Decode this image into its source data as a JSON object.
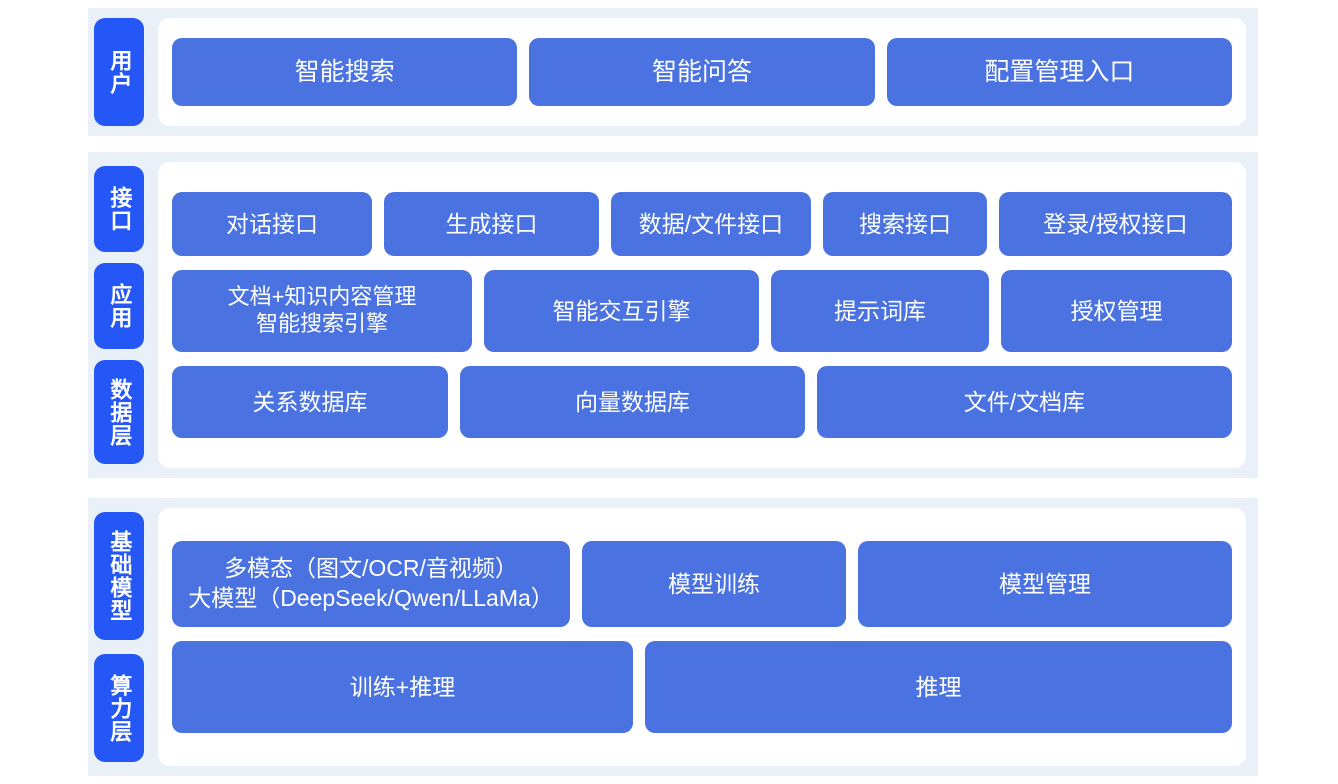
{
  "theme": {
    "page_background": "#ffffff",
    "band_background": "#eaf0f8",
    "panel_background": "#ffffff",
    "label_color": "#2557f6",
    "box_color": "#4a72e0",
    "box_text_color": "#ffffff"
  },
  "sections": {
    "user": {
      "labels": [
        {
          "text": "用户"
        }
      ],
      "rows": [
        {
          "boxes": [
            {
              "lines": [
                "智能搜索"
              ]
            },
            {
              "lines": [
                "智能问答"
              ]
            },
            {
              "lines": [
                "配置管理入口"
              ]
            }
          ]
        }
      ]
    },
    "middle": {
      "labels": [
        {
          "text": "接口"
        },
        {
          "text": "应用"
        },
        {
          "text": "数据层"
        }
      ],
      "rows": [
        {
          "name": "interface",
          "boxes": [
            {
              "lines": [
                "对话接口"
              ]
            },
            {
              "lines": [
                "生成接口"
              ]
            },
            {
              "lines": [
                "数据/文件接口"
              ]
            },
            {
              "lines": [
                "搜索接口"
              ]
            },
            {
              "lines": [
                "登录/授权接口"
              ]
            }
          ]
        },
        {
          "name": "application",
          "boxes": [
            {
              "lines": [
                "文档+知识内容管理",
                "智能搜索引擎"
              ]
            },
            {
              "lines": [
                "智能交互引擎"
              ]
            },
            {
              "lines": [
                "提示词库"
              ]
            },
            {
              "lines": [
                "授权管理"
              ]
            }
          ]
        },
        {
          "name": "data",
          "boxes": [
            {
              "lines": [
                "关系数据库"
              ]
            },
            {
              "lines": [
                "向量数据库"
              ]
            },
            {
              "lines": [
                "文件/文档库"
              ]
            }
          ]
        }
      ]
    },
    "bottom": {
      "labels": [
        {
          "text": "基础模型"
        },
        {
          "text": "算力层"
        }
      ],
      "rows": [
        {
          "name": "model",
          "boxes": [
            {
              "lines": [
                "多模态（图文/OCR/音视频）",
                "大模型（DeepSeek/Qwen/LLaMa）"
              ]
            },
            {
              "lines": [
                "模型训练"
              ]
            },
            {
              "lines": [
                "模型管理"
              ]
            }
          ]
        },
        {
          "name": "compute",
          "boxes": [
            {
              "lines": [
                "训练+推理"
              ]
            },
            {
              "lines": [
                "推理"
              ]
            }
          ]
        }
      ]
    }
  }
}
